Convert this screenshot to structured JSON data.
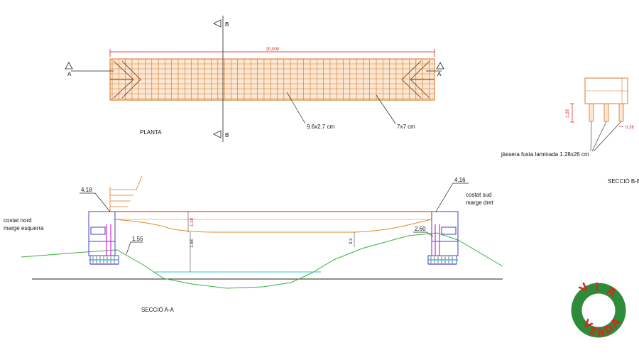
{
  "plan": {
    "title": "PLANTA",
    "length_dim": "20,000",
    "plank_label": "9.6x2.7 cm",
    "post_label": "7x7 cm",
    "section_a_mark": "A",
    "section_b_mark": "B"
  },
  "section_aa": {
    "title": "SECCIÓ A-A",
    "left_level": "4.18",
    "right_level": "4.16",
    "left_bank": [
      "costat nord",
      "marge esquerra"
    ],
    "right_bank": [
      "costat sud",
      "marge dret"
    ],
    "water_level_left": "1.55",
    "water_level_right": "2.60",
    "dim_beam_depth": "1.28",
    "dim_clearance": "1.58",
    "dim_small": "0.3"
  },
  "section_bb": {
    "title": "SECCIÓ B-B",
    "beam_label": "jàssera fusta laminada 1.28x26 cm",
    "dim_height": "1.28",
    "dim_width": "0.26"
  },
  "logo": {
    "text": "VIA VERDA",
    "ring_color": "#2e8b3a",
    "text_color": "#d42b1e"
  },
  "colors": {
    "deck": "#e8862a",
    "terrain": "#3cae3c",
    "water": "#26c6d6",
    "abutment": "#4040c0",
    "dim": "#d01c1c",
    "anchor": "#d22ad2"
  }
}
